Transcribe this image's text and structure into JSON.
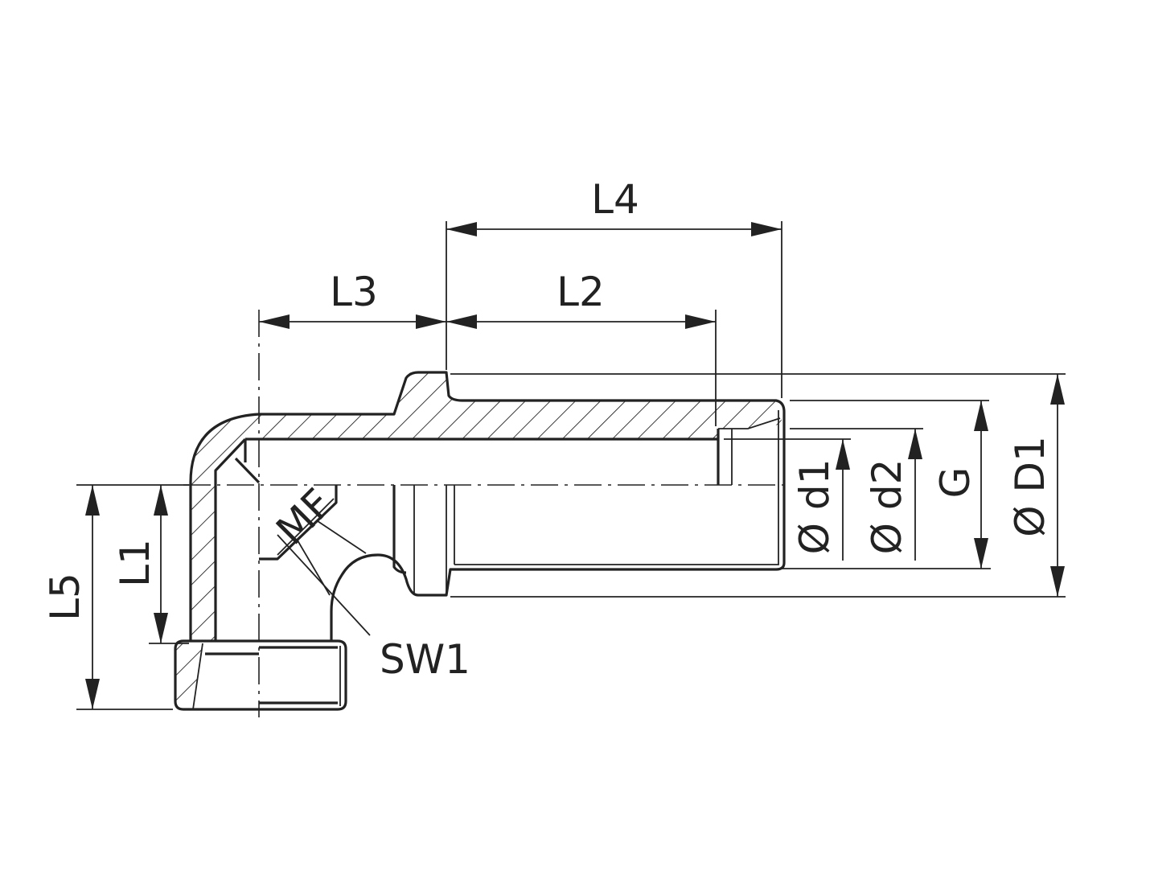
{
  "drawing": {
    "title": "Elbow fitting dimension drawing",
    "dimensions": {
      "L1": "L1",
      "L2": "L2",
      "L3": "L3",
      "L4": "L4",
      "L5": "L5",
      "d1": "Ø d1",
      "d2": "Ø d2",
      "G": "G",
      "D1": "Ø D1",
      "SW1": "SW1"
    },
    "marking": "MF"
  }
}
